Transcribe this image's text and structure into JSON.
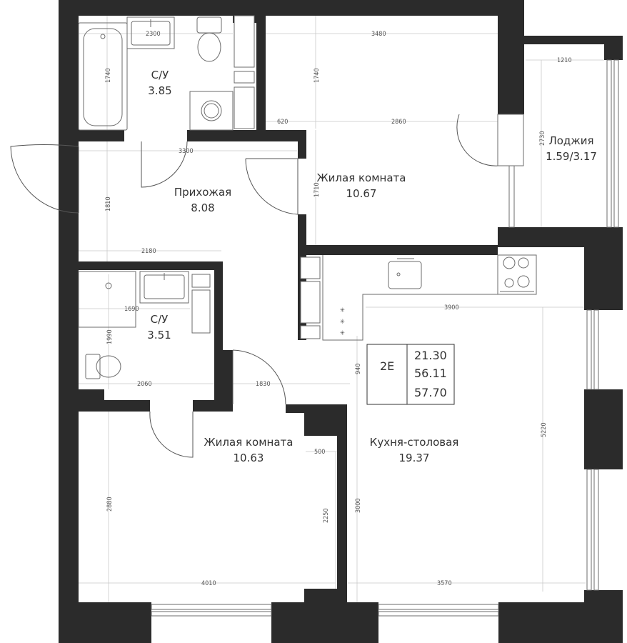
{
  "rooms": {
    "bath1": {
      "name": "С/У",
      "area": "3.85"
    },
    "hall": {
      "name": "Прихожая",
      "area": "8.08"
    },
    "living1": {
      "name": "Жилая комната",
      "area": "10.67"
    },
    "loggia": {
      "name": "Лоджия",
      "area": "1.59/3.17"
    },
    "bath2": {
      "name": "С/У",
      "area": "3.51"
    },
    "living2": {
      "name": "Жилая комната",
      "area": "10.63"
    },
    "kitchen": {
      "name": "Кухня-столовая",
      "area": "19.37"
    }
  },
  "info_box": {
    "apartment_type": "2Е",
    "living_area": "21.30",
    "total_area": "56.11",
    "total_with_loggia": "57.70"
  },
  "dimensions": {
    "bath1_width": "2300",
    "bath1_height": "1740",
    "living1_width": "3480",
    "living1_height_top": "1740",
    "living1_offset": "620",
    "living1_width_inner": "2860",
    "living1_height_bottom": "1710",
    "hall_width": "3300",
    "hall_height": "1810",
    "hall_width_lower": "2180",
    "loggia_width": "1210",
    "loggia_height": "2730",
    "bath2_width": "1690",
    "bath2_height": "1990",
    "bath2_width_lower": "2060",
    "corridor_width": "1830",
    "kitchen_width": "3900",
    "kitchen_height_upper": "940",
    "kitchen_height": "5220",
    "kitchen_height_lower": "3000",
    "kitchen_width_lower": "3570",
    "living2_offset": "500",
    "living2_height": "2880",
    "living2_height_right": "2250",
    "living2_width": "4010"
  },
  "colors": {
    "wall": "#2b2b2b",
    "fixture_stroke": "#6b6b6b",
    "dimension_line": "#c9c9c9",
    "text": "#333333"
  }
}
